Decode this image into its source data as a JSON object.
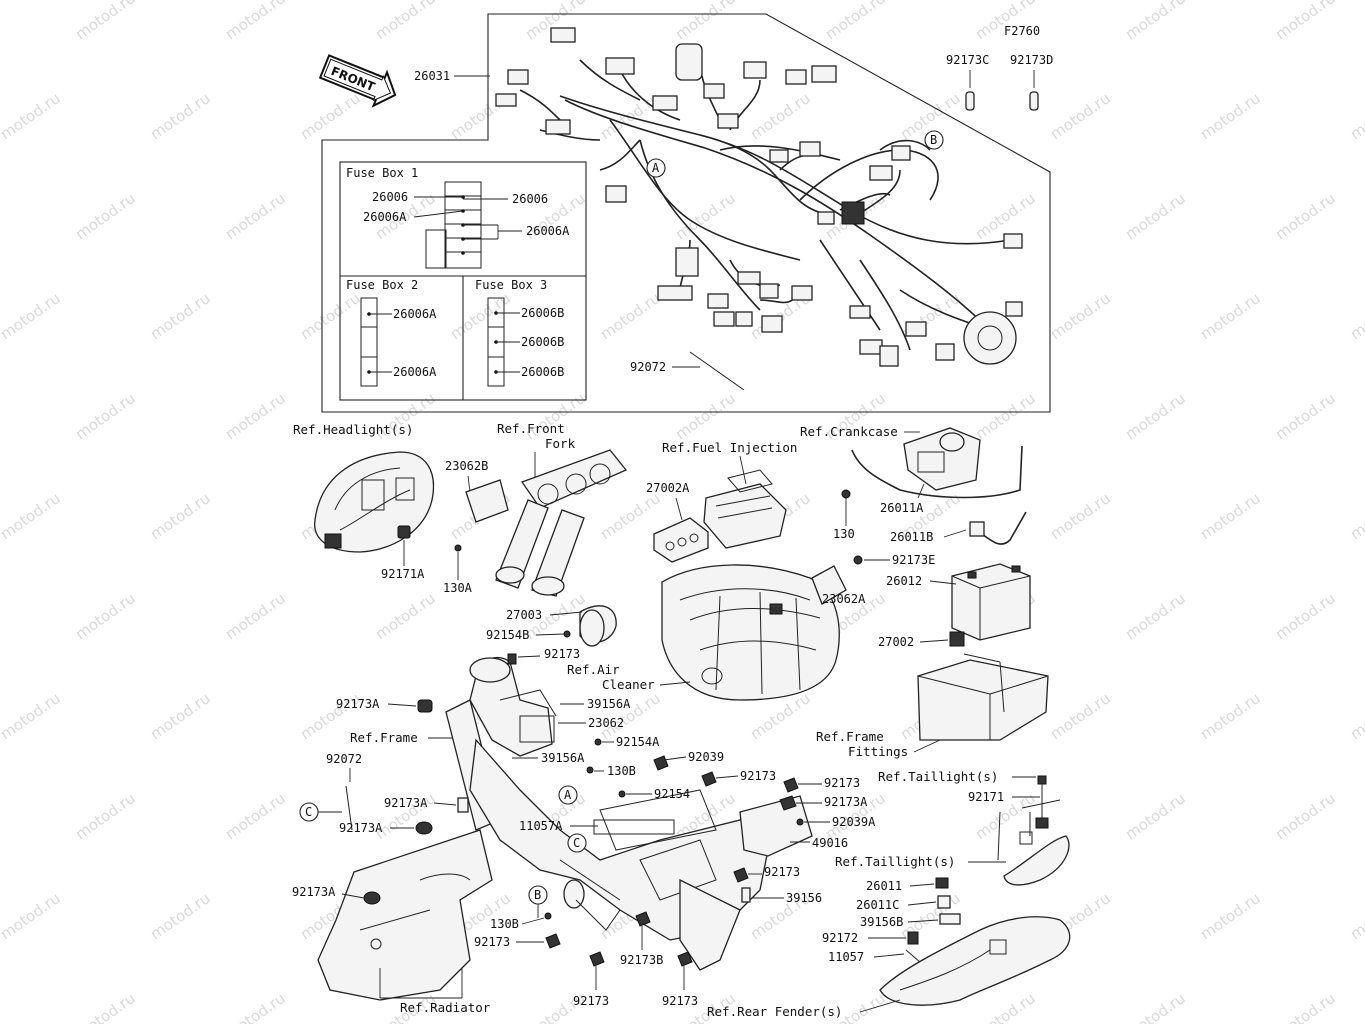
{
  "figure_code": "F2760",
  "front_sign": "FRONT",
  "watermark": "motod.ru",
  "fuse_box_1": {
    "title": "Fuse Box 1",
    "labels": [
      "26006",
      "26006A",
      "26006",
      "26006A"
    ]
  },
  "fuse_box_2": {
    "title": "Fuse Box 2",
    "labels": [
      "26006A",
      "26006A"
    ]
  },
  "fuse_box_3": {
    "title": "Fuse Box 3",
    "labels": [
      "26006B",
      "26006B",
      "26006B"
    ]
  },
  "harness": {
    "main_part": "26031",
    "tie": "92072",
    "marker_a": "A",
    "marker_b": "B"
  },
  "top_right": {
    "left": "92173C",
    "right": "92173D"
  },
  "refs": {
    "headlight": "Ref.Headlight(s)",
    "front_fork_1": "Ref.Front",
    "front_fork_2": "Fork",
    "fuel_injection": "Ref.Fuel Injection",
    "crankcase": "Ref.Crankcase",
    "air_cleaner_1": "Ref.Air",
    "air_cleaner_2": "Cleaner",
    "frame": "Ref.Frame",
    "frame_fittings_1": "Ref.Frame",
    "frame_fittings_2": "Fittings",
    "taillight_1": "Ref.Taillight(s)",
    "taillight_2": "Ref.Taillight(s)",
    "radiator": "Ref.Radiator",
    "rear_fender": "Ref.Rear Fender(s)"
  },
  "parts": {
    "p92171A": "92171A",
    "p23062B": "23062B",
    "p130A": "130A",
    "p27003": "27003",
    "p92154B": "92154B",
    "p27002A": "27002A",
    "p130": "130",
    "p26011A": "26011A",
    "p26011B": "26011B",
    "p92173E": "92173E",
    "p26012": "26012",
    "p23062A": "23062A",
    "p27002": "27002",
    "p92173_fork": "92173",
    "p39156A_a": "39156A",
    "p23062": "23062",
    "p92154A": "92154A",
    "p39156A_b": "39156A",
    "p130B_a": "130B",
    "p92039": "92039",
    "p92173A_a": "92173A",
    "p92072_b": "92072",
    "p92173A_b": "92173A",
    "p92173A_c": "92173A",
    "p92173A_d": "92173A",
    "p92154": "92154",
    "p11057A": "11057A",
    "p92173_mid": "92173",
    "p92173_r1": "92173",
    "p92173A_e": "92173A",
    "p92039A": "92039A",
    "p49016": "49016",
    "p92173_r2": "92173",
    "p39156": "39156",
    "p130B_b": "130B",
    "p92173_b1": "92173",
    "p92173B": "92173B",
    "p92173_b2": "92173",
    "p92173_b3": "92173",
    "p92171": "92171",
    "p26011": "26011",
    "p26011C": "26011C",
    "p39156B": "39156B",
    "p92172": "92172",
    "p11057": "11057"
  },
  "markers": {
    "a": "A",
    "b": "B",
    "c": "C",
    "c2": "C"
  }
}
